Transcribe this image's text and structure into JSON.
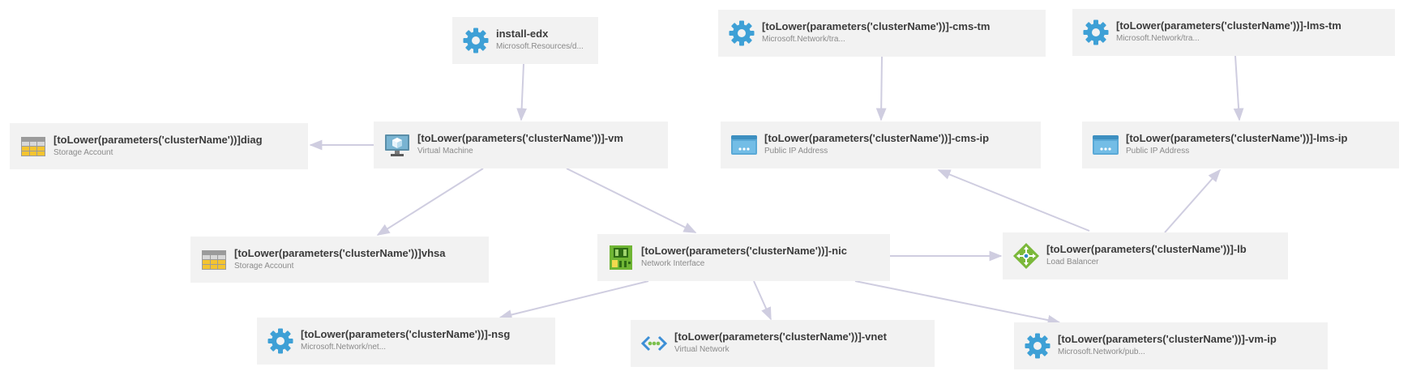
{
  "diagram": {
    "edge_color": "#cfcde0",
    "nodes": [
      {
        "id": "install-edx",
        "title": "install-edx",
        "subtitle": "Microsoft.Resources/d...",
        "icon": "gear-icon"
      },
      {
        "id": "cms-tm",
        "title": "[toLower(parameters('clusterName'))]-cms-tm",
        "subtitle": "Microsoft.Network/tra...",
        "icon": "gear-icon"
      },
      {
        "id": "lms-tm",
        "title": "[toLower(parameters('clusterName'))]-lms-tm",
        "subtitle": "Microsoft.Network/tra...",
        "icon": "gear-icon"
      },
      {
        "id": "diag",
        "title": "[toLower(parameters('clusterName'))]diag",
        "subtitle": "Storage Account",
        "icon": "storage-account-icon"
      },
      {
        "id": "vm",
        "title": "[toLower(parameters('clusterName'))]-vm",
        "subtitle": "Virtual Machine",
        "icon": "virtual-machine-icon"
      },
      {
        "id": "cms-ip",
        "title": "[toLower(parameters('clusterName'))]-cms-ip",
        "subtitle": "Public IP Address",
        "icon": "public-ip-icon"
      },
      {
        "id": "lms-ip",
        "title": "[toLower(parameters('clusterName'))]-lms-ip",
        "subtitle": "Public IP Address",
        "icon": "public-ip-icon"
      },
      {
        "id": "vhsa",
        "title": "[toLower(parameters('clusterName'))]vhsa",
        "subtitle": "Storage Account",
        "icon": "storage-account-icon"
      },
      {
        "id": "nic",
        "title": "[toLower(parameters('clusterName'))]-nic",
        "subtitle": "Network Interface",
        "icon": "network-interface-icon"
      },
      {
        "id": "lb",
        "title": "[toLower(parameters('clusterName'))]-lb",
        "subtitle": "Load Balancer",
        "icon": "load-balancer-icon"
      },
      {
        "id": "nsg",
        "title": "[toLower(parameters('clusterName'))]-nsg",
        "subtitle": "Microsoft.Network/net...",
        "icon": "gear-icon"
      },
      {
        "id": "vnet",
        "title": "[toLower(parameters('clusterName'))]-vnet",
        "subtitle": "Virtual Network",
        "icon": "virtual-network-icon"
      },
      {
        "id": "vm-ip",
        "title": "[toLower(parameters('clusterName'))]-vm-ip",
        "subtitle": "Microsoft.Network/pub...",
        "icon": "gear-icon"
      }
    ],
    "edges": [
      {
        "from": "install-edx",
        "to": "vm"
      },
      {
        "from": "cms-tm",
        "to": "cms-ip"
      },
      {
        "from": "lms-tm",
        "to": "lms-ip"
      },
      {
        "from": "vm",
        "to": "diag"
      },
      {
        "from": "vm",
        "to": "vhsa"
      },
      {
        "from": "vm",
        "to": "nic"
      },
      {
        "from": "nic",
        "to": "lb"
      },
      {
        "from": "lb",
        "to": "cms-ip"
      },
      {
        "from": "lb",
        "to": "lms-ip"
      },
      {
        "from": "nic",
        "to": "nsg"
      },
      {
        "from": "nic",
        "to": "vnet"
      },
      {
        "from": "nic",
        "to": "vm-ip"
      }
    ]
  }
}
